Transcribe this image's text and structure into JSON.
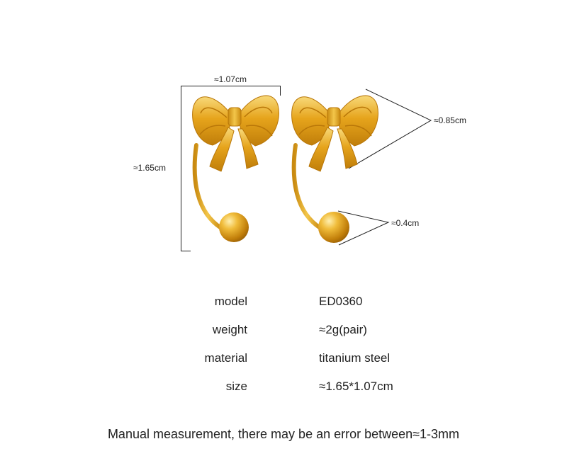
{
  "product": {
    "name": "bow-ball-earrings-image"
  },
  "dimensions": {
    "width": "≈1.07cm",
    "height": "≈1.65cm",
    "bow": "≈0.85cm",
    "ball": "≈0.4cm"
  },
  "specs": [
    {
      "label": "model",
      "value": "ED0360"
    },
    {
      "label": "weight",
      "value": "≈2g(pair)"
    },
    {
      "label": "material",
      "value": "titanium steel"
    },
    {
      "label": "size",
      "value": "≈1.65*1.07cm"
    }
  ],
  "footnote": "Manual measurement, there may be an error between≈1-3mm",
  "colors": {
    "gold_light": "#f6d46a",
    "gold_mid": "#e5a51b",
    "gold_dark": "#b87608",
    "line": "#222222"
  }
}
